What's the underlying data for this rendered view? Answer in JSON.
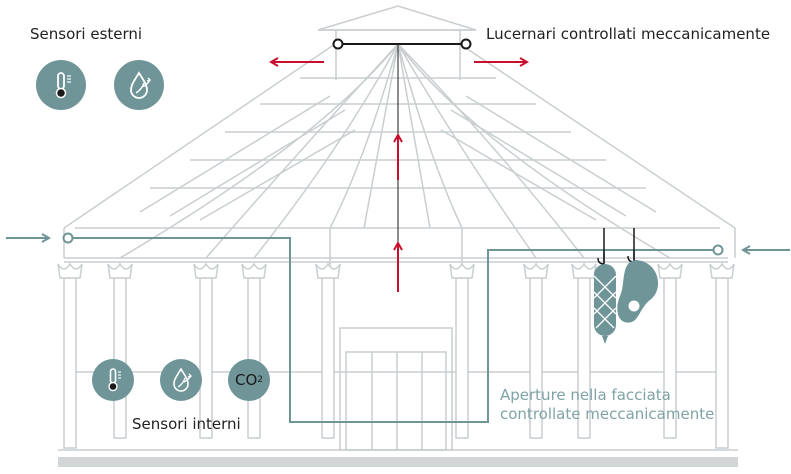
{
  "labels": {
    "external_sensors": "Sensori esterni",
    "skylights": "Lucernari controllati meccanicamente",
    "internal_sensors": "Sensori interni",
    "facade_openings_line1": "Aperture nella facciata",
    "facade_openings_line2": "controllate meccanicamente",
    "co2_base": "CO",
    "co2_sub": "2"
  },
  "colors": {
    "structure": "#c9ced0",
    "teal": "#6f9598",
    "teal_text": "#7fa3a6",
    "arrow_red": "#c8102e",
    "wire": "#1a1a1a"
  },
  "icons": {
    "external": [
      "thermometer-icon",
      "humidity-icon"
    ],
    "internal": [
      "thermometer-icon",
      "humidity-icon",
      "co2-icon"
    ]
  }
}
